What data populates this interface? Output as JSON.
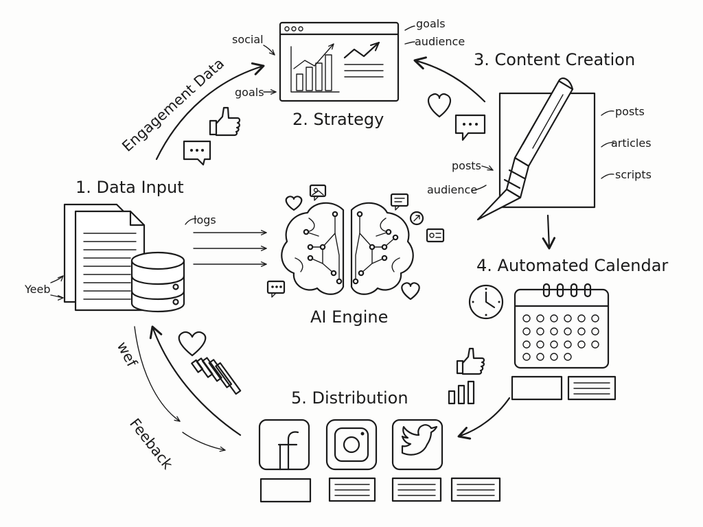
{
  "steps": {
    "data_input": "1. Data Input",
    "strategy": "2. Strategy",
    "content_creation": "3. Content Creation",
    "automated_calendar": "4. Automated Calendar",
    "distribution": "5. Distribution"
  },
  "center": {
    "title": "AI Engine"
  },
  "arrow_labels": {
    "engagement_data": "Engagement Data",
    "feedback": "Feeback",
    "wef": "wef"
  },
  "data_input_labels": {
    "logs": "logs",
    "yeeb": "Yeeb"
  },
  "strategy_labels": {
    "social": "social",
    "goals_left": "goals",
    "goals_right": "goals",
    "audience": "audience"
  },
  "content_labels": {
    "posts_left": "posts",
    "audience": "audience",
    "posts_right": "posts",
    "articles": "articles",
    "scripts": "scripts"
  },
  "icons": {
    "documents": "documents-icon",
    "database": "database-icon",
    "brain": "brain-icon",
    "dashboard": "dashboard-window-icon",
    "pen": "pen-icon",
    "calendar": "calendar-icon",
    "clock": "clock-icon",
    "facebook": "facebook-icon",
    "instagram": "instagram-icon",
    "twitter": "twitter-icon",
    "heart": "heart-icon",
    "thumbs_up": "thumbs-up-icon",
    "chat": "chat-bubble-icon"
  }
}
